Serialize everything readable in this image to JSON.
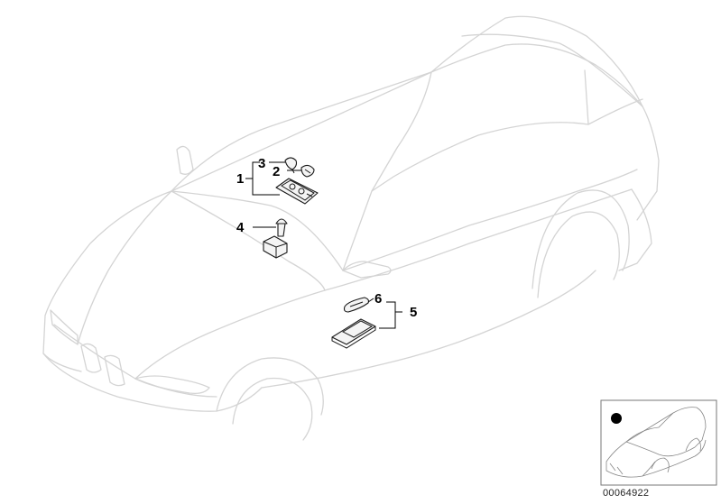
{
  "callouts": {
    "c1": "1",
    "c2": "2",
    "c3": "3",
    "c4": "4",
    "c5": "5",
    "c6": "6"
  },
  "diagram_id": "00064922",
  "colors": {
    "car_outline": "#d4d4d4",
    "part_stroke": "#1a1a1a",
    "thumbnail_marker": "#000000"
  },
  "icons": {
    "thumbnail": "car-location-thumbnail-icon",
    "marker": "location-dot-icon"
  }
}
